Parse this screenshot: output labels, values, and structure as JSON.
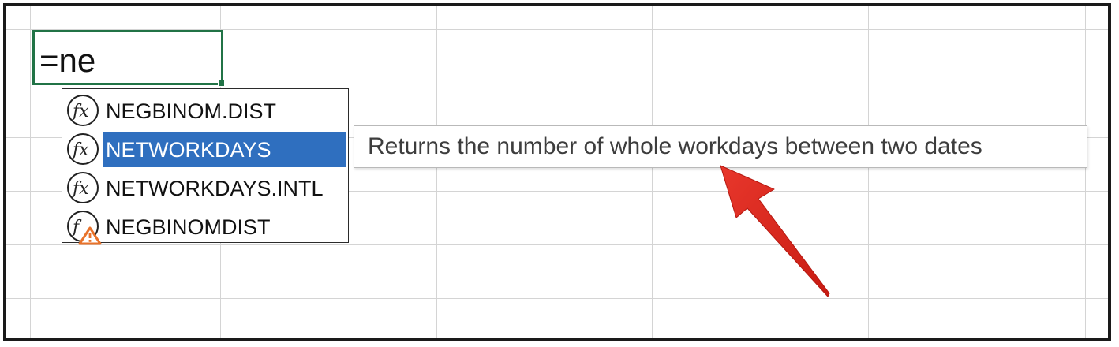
{
  "cell": {
    "formula_text": "=ne"
  },
  "autocomplete": {
    "items": [
      {
        "label": "NEGBINOM.DIST",
        "icon": "function-icon"
      },
      {
        "label": "NETWORKDAYS",
        "icon": "function-icon",
        "selected": true
      },
      {
        "label": "NETWORKDAYS.INTL",
        "icon": "function-icon"
      },
      {
        "label": "NEGBINOMDIST",
        "icon": "function-warning-icon"
      }
    ]
  },
  "tooltip": {
    "text": "Returns the number of whole workdays between two dates"
  },
  "colors": {
    "selection": "#2f6fbf",
    "active_cell_border": "#217346",
    "annotation_arrow": "#e1261c",
    "warning": "#e8722a"
  }
}
